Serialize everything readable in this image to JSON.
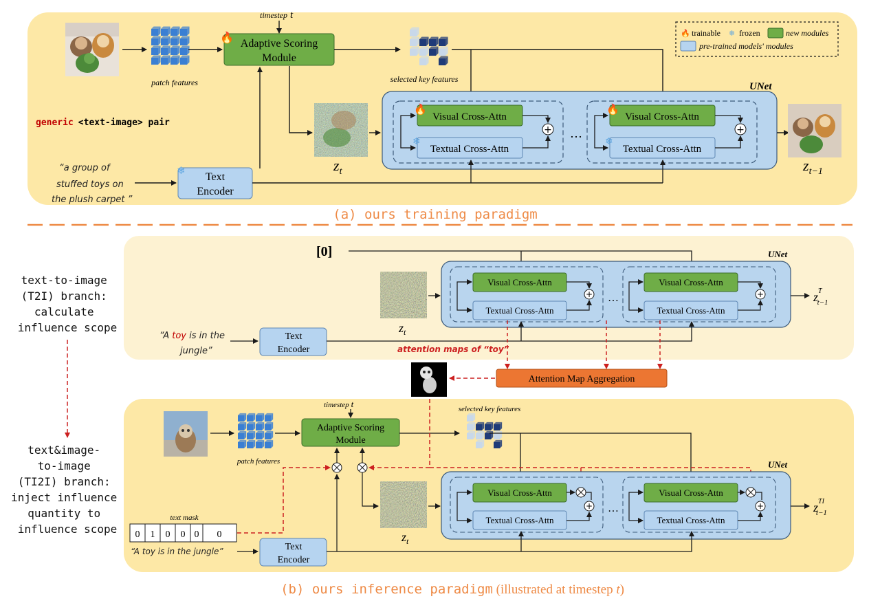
{
  "legend": {
    "trainable": "trainable",
    "frozen": "frozen",
    "new_modules": "new modules",
    "pretrained": "pre-trained models' modules"
  },
  "training": {
    "timestep_word": "timestep",
    "timestep_sym": "t",
    "adaptive_line1": "Adaptive Scoring",
    "adaptive_line2": "Module",
    "patch_features": "patch features",
    "selected_key_features": "selected key features",
    "unet": "UNet",
    "visual_cross_attn": "Visual Cross-Attn",
    "textual_cross_attn": "Textual Cross-Attn",
    "generic": "generic",
    "pair": "<text-image> pair",
    "prompt_lines": [
      "“a group of",
      "stuffed toys on",
      "the plush carpet ”"
    ],
    "text_encoder_line1": "Text",
    "text_encoder_line2": "Encoder",
    "zt_base": "z",
    "zt_sub": "t",
    "zt1_base": "z",
    "zt1_sub": "t−1",
    "ellipsis": "…",
    "caption": "(a) ours training paradigm"
  },
  "inference": {
    "zero_token": "[0]",
    "unet": "UNet",
    "visual_cross_attn": "Visual Cross-Attn",
    "textual_cross_attn": "Textual Cross-Attn",
    "prompt_prefix": "“A ",
    "prompt_toy": "toy",
    "prompt_suffix": " is in the",
    "prompt_line2": "jungle”",
    "text_encoder_line1": "Text",
    "text_encoder_line2": "Encoder",
    "attention_maps_label": "attention maps of “toy”",
    "attention_map_aggregation": "Attention Map Aggregation",
    "zt_base": "z",
    "zt_sub": "t",
    "out_t2i_base": "z",
    "out_t2i_sup": "T",
    "out_t2i_sub": "t−1",
    "timestep_word": "timestep",
    "timestep_sym": "t",
    "adaptive_line1": "Adaptive Scoring",
    "adaptive_line2": "Module",
    "patch_features": "patch features",
    "selected_key_features": "selected key features",
    "text_mask_label": "text mask",
    "text_mask_values": [
      "0",
      "1",
      "0",
      "0",
      "0",
      "0"
    ],
    "prompt2": "“A toy is in the jungle”",
    "out_ti2i_base": "z",
    "out_ti2i_sup": "TI",
    "out_ti2i_sub": "t−1",
    "ellipsis": "…",
    "caption_main": "(b) ours inference paradigm",
    "caption_paren": " (illustrated at timestep ",
    "caption_t": "t",
    "caption_close": ")"
  },
  "side": {
    "t2i_lines": [
      "text-to-image",
      "(T2I) branch:",
      "calculate",
      "influence scope"
    ],
    "ti2i_lines": [
      "text&image-",
      "to-image",
      "(TI2I) branch:",
      "inject influence",
      "quantity to",
      "influence scope"
    ]
  },
  "colors": {
    "panel": "#fde8a6",
    "panel_light": "#fdf2d2",
    "green": "#6fad47",
    "blue_module": "#b6d4f0",
    "unet_bg": "#b9d5ee",
    "orange_caption": "#ee8a45",
    "orange_box": "#ec7632",
    "red_dash": "#cc2020",
    "generic_red": "#c00000",
    "arrow": "#1a1a1a",
    "cube_blue": "#3a7fd3",
    "cube_navy": "#1f3b78"
  }
}
